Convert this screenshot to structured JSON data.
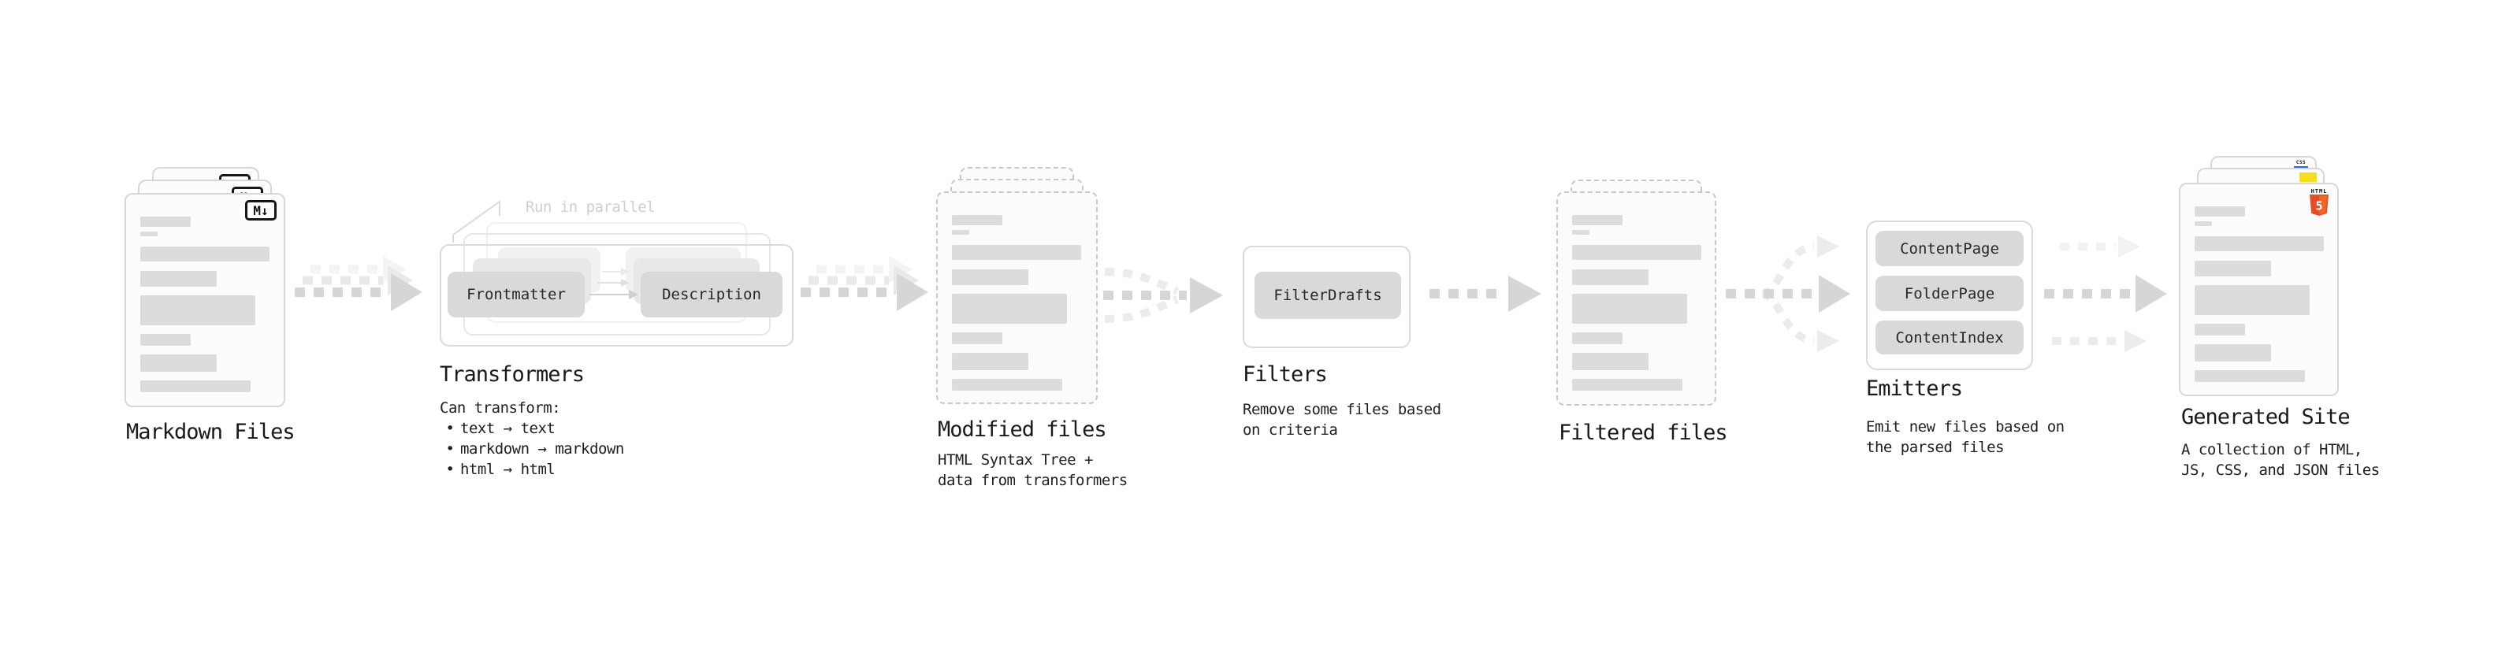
{
  "markdown_files": {
    "label": "Markdown Files",
    "badge": "M↓"
  },
  "transformers": {
    "label": "Transformers",
    "annotation": "Run in parallel",
    "input_chip": "Frontmatter",
    "output_chip": "Description",
    "note_title": "Can transform:",
    "bullet_char": "•",
    "bullets": [
      "text → text",
      "markdown → markdown",
      "html → html"
    ]
  },
  "modified_files": {
    "label": "Modified files",
    "description": [
      "HTML Syntax Tree +",
      "data from transformers"
    ]
  },
  "filters": {
    "label": "Filters",
    "chip": "FilterDrafts",
    "description": [
      "Remove some files based",
      "on criteria"
    ]
  },
  "filtered_files": {
    "label": "Filtered files"
  },
  "emitters": {
    "label": "Emitters",
    "chips": [
      "ContentPage",
      "FolderPage",
      "ContentIndex"
    ],
    "description": [
      "Emit new files based on",
      "the parsed files"
    ]
  },
  "generated_site": {
    "label": "Generated Site",
    "badges": {
      "html_word": "HTML",
      "html5_number": "5",
      "css_word": "CSS"
    },
    "description": [
      "A collection of HTML,",
      "JS, CSS, and JSON files"
    ]
  },
  "colors": {
    "arrow": "#d6d6d6",
    "arrow_ghost": "#ececec",
    "chip_bg": "#d9d9d9",
    "card_border": "#d7d7d7",
    "bar": "#dcdcdc",
    "text": "#1d1d1d",
    "muted": "#cfcfcf",
    "html5_orange": "#e44d26",
    "js_yellow": "#f7df1e",
    "css_blue": "#2968e9"
  }
}
